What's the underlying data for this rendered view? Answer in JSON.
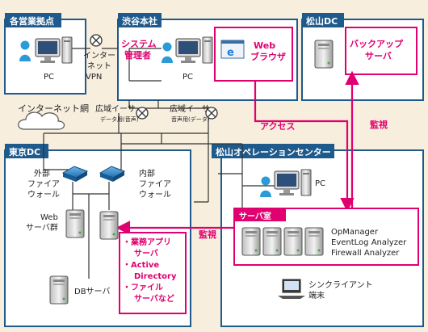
{
  "regions": {
    "branches": "各営業拠点",
    "shibuya": "渋谷本社",
    "matsuyama_dc": "松山DC",
    "tokyo_dc": "東京DC",
    "operation_center": "松山オペレーションセンター"
  },
  "labels": {
    "branch_pc": "PC",
    "internet_vpn": [
      "インター",
      "ネット",
      "VPN"
    ],
    "sys_admin": [
      "システム",
      "管理者"
    ],
    "shibuya_pc": "PC",
    "web_browser": [
      "Web",
      "ブラウザ"
    ],
    "backup_server": [
      "バックアップ",
      "サーバ"
    ],
    "internet_net": "インターネット網",
    "wan1": "広域イーサ",
    "wan1_sub": "データ用(音声)",
    "wan2": "広域イーサ",
    "wan2_sub": "音声用(データ)",
    "access": "アクセス",
    "monitor_top": "監視",
    "outer_fw": [
      "外部",
      "ファイア",
      "ウォール"
    ],
    "inner_fw": [
      "内部",
      "ファイア",
      "ウォール"
    ],
    "web_servers": [
      "Web",
      "サーバ群"
    ],
    "db_server": "DBサーバ",
    "dc_services": [
      "・業務アプリ",
      "サーバ",
      "・Active",
      "Directory",
      "・ファイル",
      "サーバなど"
    ],
    "oc_pc": "PC",
    "server_room": "サーバ室",
    "monitor_left": "監視",
    "products": [
      "OpManager",
      "EventLog Analyzer",
      "Firewall Analyzer"
    ],
    "thin_client": [
      "シンクライアント",
      "端末"
    ]
  },
  "colors": {
    "frame": "#1f5a8c",
    "title_bg": "#1f5a8c",
    "accent": "#e0006f",
    "line": "#333333",
    "bg": "#f7eedd"
  }
}
